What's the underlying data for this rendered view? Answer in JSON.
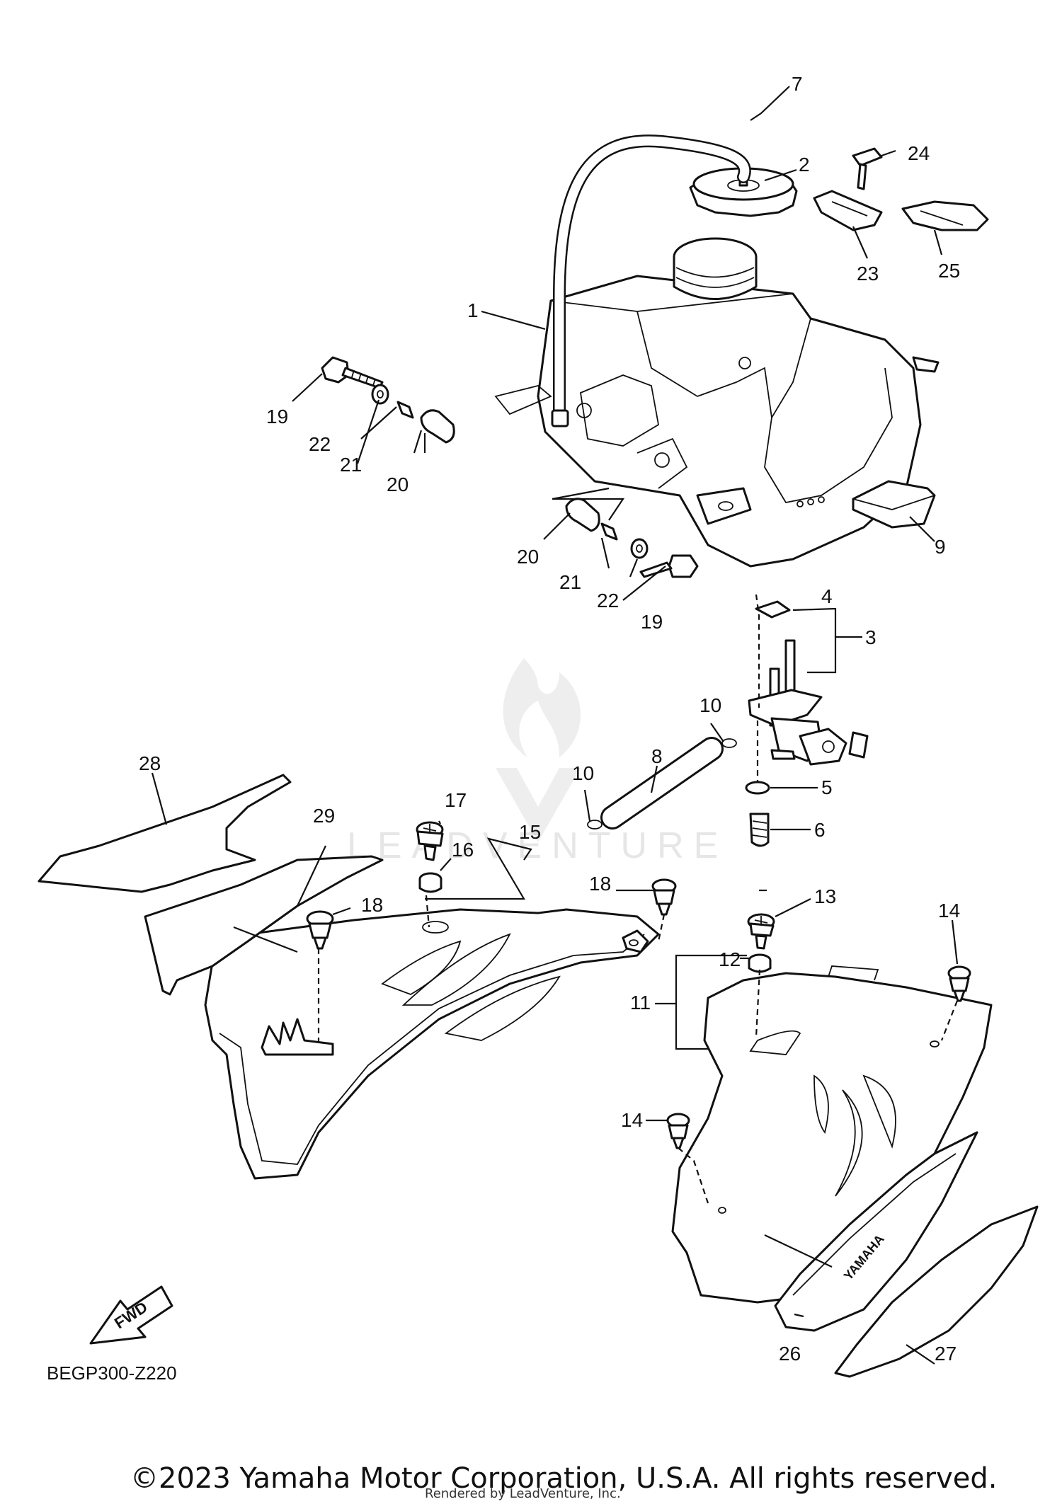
{
  "diagram": {
    "watermark": "LEADVENTURE",
    "figure_code": "BEGP300-Z220",
    "fwd_label": "FWD",
    "copyright": "©2023 Yamaha Motor Corporation, U.S.A. All rights reserved.",
    "rendered_by": "Rendered by LeadVenture, Inc.",
    "callouts": [
      "1",
      "2",
      "3",
      "4",
      "5",
      "6",
      "7",
      "8",
      "9",
      "10",
      "10",
      "11",
      "12",
      "13",
      "14",
      "14",
      "15",
      "16",
      "17",
      "18",
      "18",
      "19",
      "19",
      "20",
      "20",
      "21",
      "21",
      "22",
      "22",
      "23",
      "24",
      "25",
      "26",
      "27",
      "28",
      "29"
    ]
  }
}
